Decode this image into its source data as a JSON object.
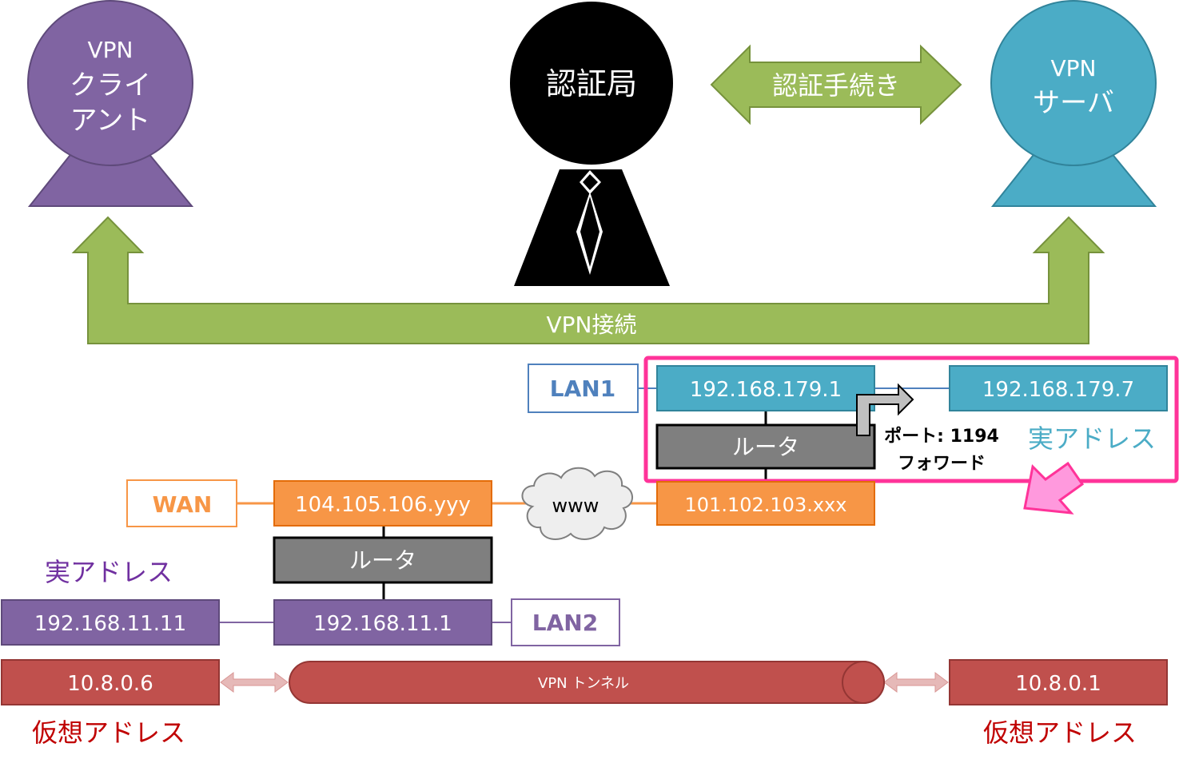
{
  "vpn_client": {
    "label_1": "VPN",
    "label_2": "クライ",
    "label_3": "アント",
    "color": "#8064a2"
  },
  "certificate_authority": {
    "label": "認証局",
    "color": "#000000"
  },
  "auth_arrow": {
    "label": "認証手続き",
    "color": "#9bbb59"
  },
  "vpn_server": {
    "label_1": "VPN",
    "label_2": "サーバ",
    "color": "#4bacc6"
  },
  "vpn_connection": {
    "label": "VPN接続"
  },
  "lan1": {
    "label": "LAN1",
    "router_ip": "192.168.179.1",
    "server_ip": "192.168.179.7",
    "router_label": "ルータ",
    "port_forward_1": "ポート: 1194",
    "port_forward_2": "フォワード",
    "real_address_label": "実アドレス",
    "highlight_color": "#ff3399"
  },
  "wan": {
    "label": "WAN",
    "client_side_ip": "104.105.106.yyy",
    "server_side_ip": "101.102.103.xxx",
    "internet_label": "www",
    "color": "#f79646"
  },
  "lan2": {
    "router_label": "ルータ",
    "real_address_label": "実アドレス",
    "client_ip": "192.168.11.11",
    "router_ip": "192.168.11.1",
    "label": "LAN2"
  },
  "tunnel": {
    "client_virtual_ip": "10.8.0.6",
    "tunnel_label": "VPN トンネル",
    "server_virtual_ip": "10.8.0.1",
    "virtual_address_label_left": "仮想アドレス",
    "virtual_address_label_right": "仮想アドレス",
    "color": "#c0504d"
  }
}
